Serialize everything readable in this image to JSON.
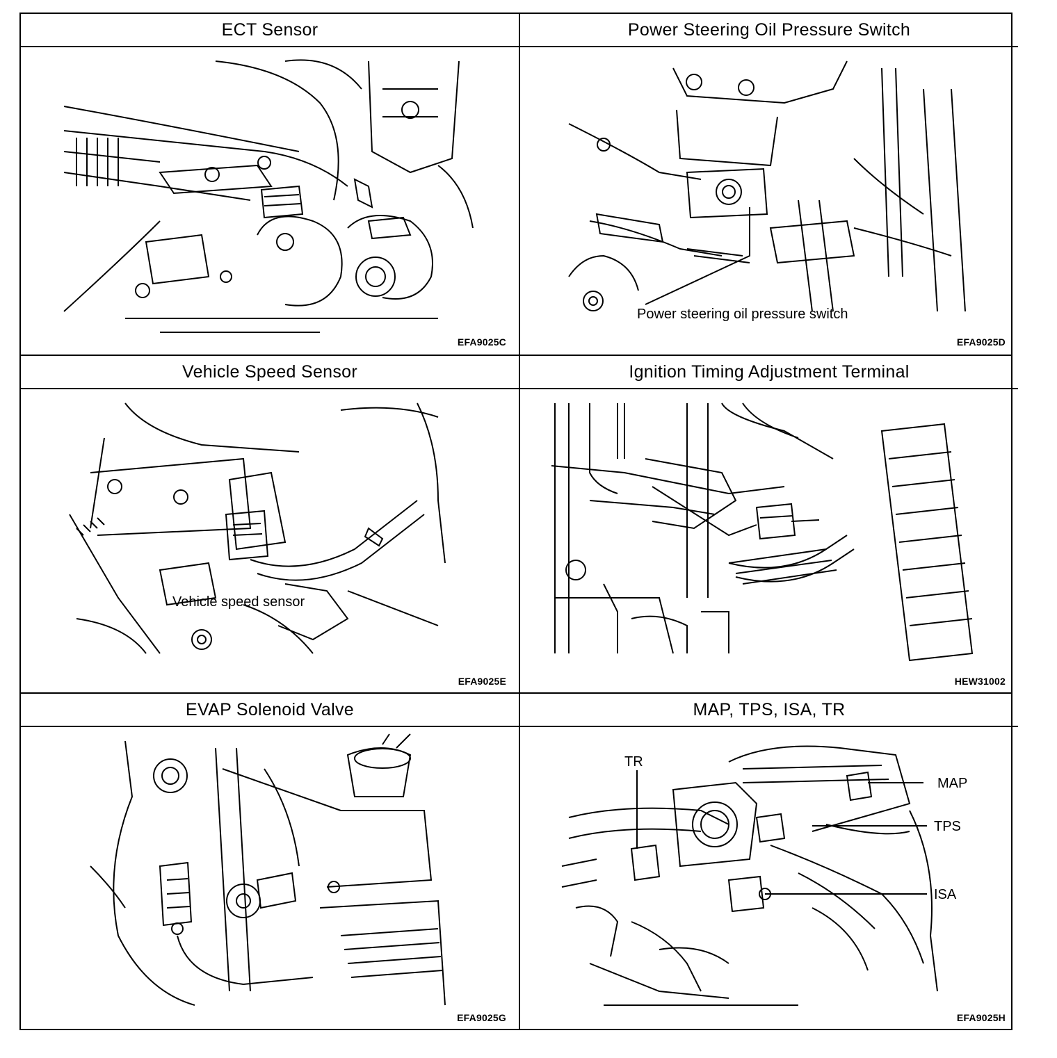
{
  "panels": [
    {
      "title": "ECT Sensor",
      "code": "EFA9025C",
      "callouts": []
    },
    {
      "title": "Power Steering Oil Pressure Switch",
      "code": "EFA9025D",
      "callouts": [
        "Power steering oil pressure switch"
      ]
    },
    {
      "title": "Vehicle Speed Sensor",
      "code": "EFA9025E",
      "callouts": [
        "Vehicle speed sensor"
      ]
    },
    {
      "title": "Ignition Timing Adjustment Terminal",
      "code": "HEW31002",
      "callouts": []
    },
    {
      "title": "EVAP Solenoid Valve",
      "code": "EFA9025G",
      "callouts": []
    },
    {
      "title": "MAP, TPS, ISA, TR",
      "code": "EFA9025H",
      "callouts": [
        "TR",
        "MAP",
        "TPS",
        "ISA"
      ]
    }
  ]
}
